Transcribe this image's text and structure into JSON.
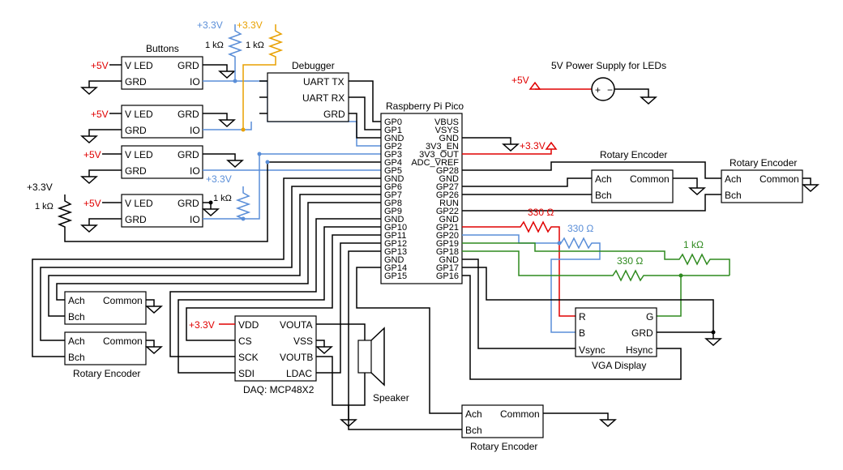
{
  "colors": {
    "power": "#e00000",
    "blue_net": "#5a8ed8",
    "orange_net": "#e8a000",
    "green_net": "#2f8a1f",
    "wire": "#000000"
  },
  "labels": {
    "v5": "+5V",
    "v33": "+3.3V",
    "r1k": "1 kΩ",
    "r330": "330 Ω",
    "buttons": "Buttons",
    "vled": "V LED",
    "grd": "GRD",
    "io": "IO",
    "debugger": "Debugger",
    "uart_tx": "UART TX",
    "uart_rx": "UART RX",
    "pico": "Raspberry Pi Pico",
    "psu": "5V Power Supply for LEDs",
    "rotary_encoder": "Rotary Encoder",
    "ach": "Ach",
    "bch": "Bch",
    "common": "Common",
    "daq": "DAQ: MCP48X2",
    "vdd": "VDD",
    "cs": "CS",
    "sck": "SCK",
    "sdi": "SDI",
    "vouta": "VOUTA",
    "vss": "VSS",
    "voutb": "VOUTB",
    "ldac": "LDAC",
    "speaker": "Speaker",
    "vga": "VGA Display",
    "vga_r": "R",
    "vga_b": "B",
    "vga_g": "G",
    "vga_vsync": "Vsync",
    "vga_hsync": "Hsync"
  },
  "pico_left_pins": [
    "GP0",
    "GP1",
    "GND",
    "GP2",
    "GP3",
    "GP4",
    "GP5",
    "GND",
    "GP6",
    "GP7",
    "GP8",
    "GP9",
    "GND",
    "GP10",
    "GP11",
    "GP12",
    "GP13",
    "GND",
    "GP14",
    "GP15"
  ],
  "pico_right_pins": [
    "VBUS",
    "VSYS",
    "GND",
    "3V3_EN",
    "3V3_OUT",
    "ADC_VREF",
    "GP28",
    "GND",
    "GP27",
    "GP26",
    "RUN",
    "GP22",
    "GND",
    "GP21",
    "GP20",
    "GP19",
    "GP18",
    "GND",
    "GP17",
    "GP16"
  ]
}
